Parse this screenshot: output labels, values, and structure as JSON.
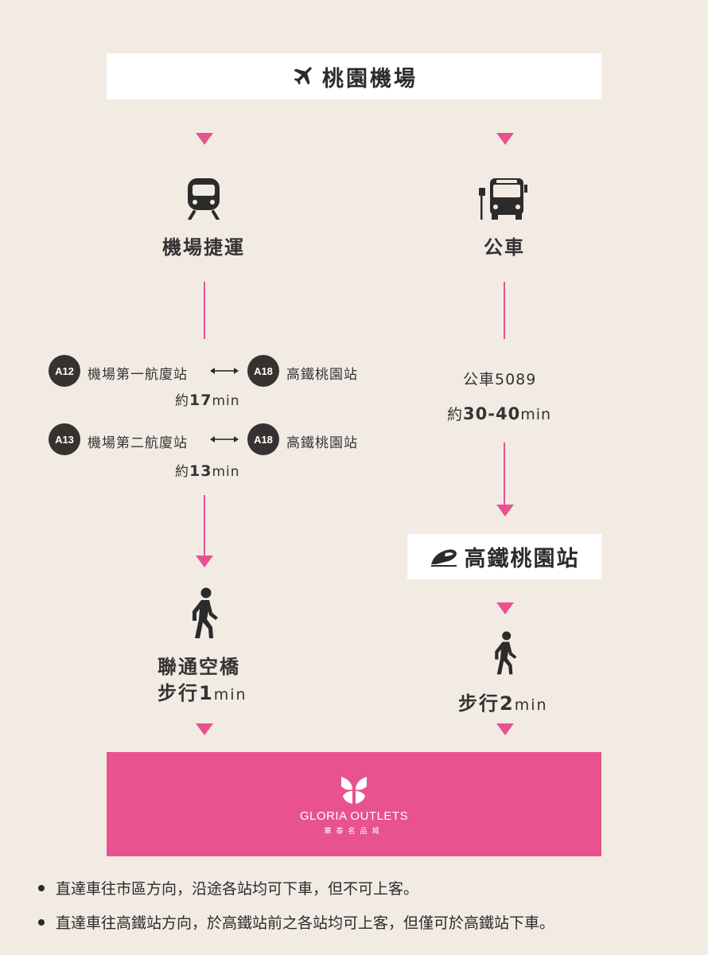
{
  "header": {
    "title": "桃園機場",
    "icon": "airplane-icon"
  },
  "left": {
    "mode_label": "機場捷運",
    "mode_icon": "train-icon",
    "routes": [
      {
        "from_code": "A12",
        "from_name": "機場第一航廈站",
        "to_code": "A18",
        "to_name": "高鐵桃園站",
        "time_prefix": "約",
        "time_value": "17",
        "time_unit": "min"
      },
      {
        "from_code": "A13",
        "from_name": "機場第二航廈站",
        "to_code": "A18",
        "to_name": "高鐵桃園站",
        "time_prefix": "約",
        "time_value": "13",
        "time_unit": "min"
      }
    ],
    "walk_label_1": "聯通空橋",
    "walk_prefix": "步行",
    "walk_value": "1",
    "walk_unit": "min",
    "walk_icon": "walking-person-icon"
  },
  "right": {
    "mode_label": "公車",
    "mode_icon": "bus-icon",
    "bus_route": "公車5089",
    "time_prefix": "約",
    "time_value": "30-40",
    "time_unit": "min",
    "station_label": "高鐵桃園站",
    "station_icon": "high-speed-rail-icon",
    "walk_prefix": "步行",
    "walk_value": "2",
    "walk_unit": "min",
    "walk_icon": "walking-person-icon"
  },
  "destination": {
    "brand": "GLORIA OUTLETS",
    "brand_cn": "華泰名品城",
    "logo_icon": "butterfly-logo-icon",
    "bg_color": "#e8528e"
  },
  "notes": [
    "直達車往市區方向，沿途各站均可下車，但不可上客。",
    "直達車往高鐵站方向，於高鐵站前之各站均可上客，但僅可於高鐵站下車。"
  ],
  "colors": {
    "accent": "#e8528e",
    "background": "#f2ebe4",
    "dark": "#353230"
  }
}
